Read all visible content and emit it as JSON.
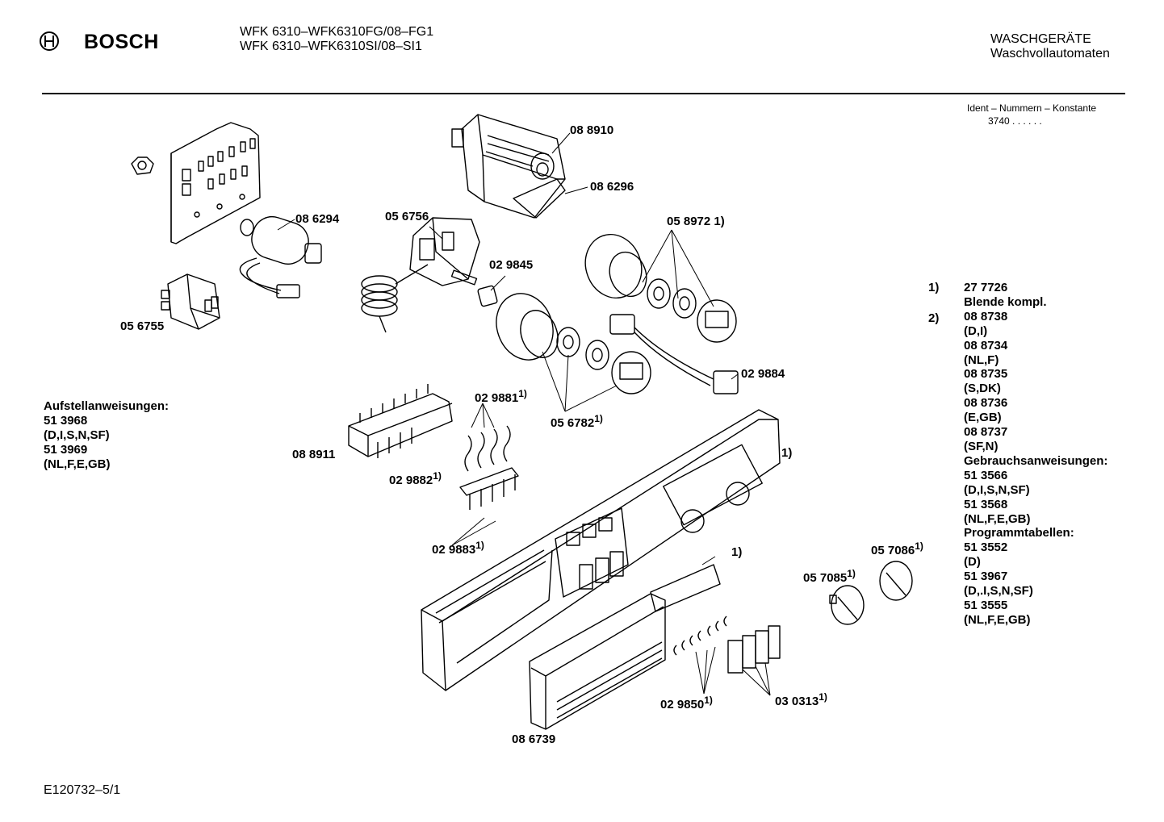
{
  "header": {
    "brand": "BOSCH",
    "model_line_1": "WFK 6310–WFK6310FG/08–FG1",
    "model_line_2": "WFK 6310–WFK6310SI/08–SI1",
    "category": "WASCHGERÄTE",
    "subcategory": "Waschvollautomaten",
    "ident_title": "Ident – Nummern – Konstante",
    "ident_value": "3740 . .   . . . ."
  },
  "parts": {
    "p088910": "08 8910",
    "p086296": "08 6296",
    "p086294": "08 6294",
    "p056756": "05 6756",
    "p029845": "02 9845",
    "p058972": "05 8972",
    "p056755": "05 6755",
    "p029884": "02 9884",
    "p029881": "02 9881",
    "p056782": "05 6782",
    "p088911": "08 8911",
    "p029882": "02 9882",
    "p029883": "02 9883",
    "p057086": "05 7086",
    "p057085": "05 7085",
    "p029850": "02 9850",
    "p030313": "03 0313",
    "p086739": "08 6739",
    "fn": "1)"
  },
  "install": {
    "title": "Aufstellanweisungen:",
    "lines": [
      "51 3968",
      "(D,I,S,N,SF)",
      "51 3969",
      "(NL,F,E,GB)"
    ]
  },
  "footnotes": {
    "n1": "1)",
    "n1_lines": [
      "27 7726",
      "Blende kompl."
    ],
    "n2": "2)",
    "n2_lines": [
      "08 8738",
      "(D,I)",
      "08 8734",
      "(NL,F)",
      "08 8735",
      "(S,DK)",
      "08 8736",
      "(E,GB)",
      "08 8737",
      "(SF,N)"
    ],
    "manual_title": "Gebrauchsanweisungen:",
    "manual_lines": [
      "51 3566",
      "(D,I,S,N,SF)",
      "51 3568",
      "(NL,F,E,GB)"
    ],
    "program_title": "Programmtabellen:",
    "program_lines": [
      "51 3552",
      "(D)",
      "51 3967",
      "(D,.I,S,N,SF)",
      "51 3555",
      "(NL,F,E,GB)"
    ]
  },
  "footer": {
    "doc_id": "E120732–5/1"
  }
}
